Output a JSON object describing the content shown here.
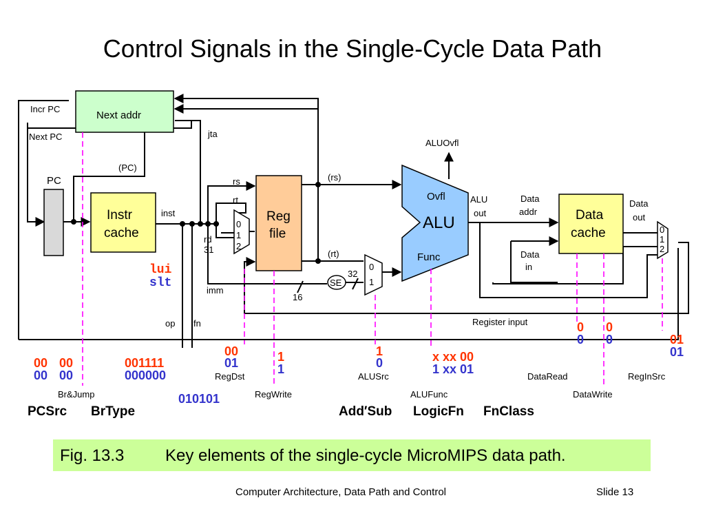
{
  "slide_title": "Control Signals in the Single-Cycle Data Path",
  "caption": {
    "number": "Fig. 13.3",
    "text": "Key elements of the single-cycle MicroMIPS data path."
  },
  "footer": {
    "text": "Computer Architecture, Data Path and Control",
    "slide_number": "Slide 13"
  },
  "blocks": {
    "next_addr": "Next addr",
    "pc": "PC",
    "instr_cache_1": "Instr",
    "instr_cache_2": "cache",
    "reg_file_1": "Reg",
    "reg_file_2": "file",
    "alu": "ALU",
    "alu_ovfl": "Ovfl",
    "alu_func": "Func",
    "data_cache_1": "Data",
    "data_cache_2": "cache",
    "se": "SE"
  },
  "wire_labels": {
    "incr_pc": "Incr PC",
    "next_pc": "Next PC",
    "jta": "jta",
    "pc_paren": "(PC)",
    "inst": "inst",
    "rs": "rs",
    "rt": "rt",
    "rd": "rd",
    "r31": "31",
    "rs_paren": "(rs)",
    "rt_paren": "(rt)",
    "imm": "imm",
    "sixteen": "16",
    "thirtytwo": "32",
    "op": "op",
    "fn": "fn",
    "aluovfl": "ALUOvfl",
    "alu_out_1": "ALU",
    "alu_out_2": "out",
    "data_addr_1": "Data",
    "data_addr_2": "addr",
    "data_in_1": "Data",
    "data_in_2": "in",
    "data_out_1": "Data",
    "data_out_2": "out",
    "register_input": "Register input"
  },
  "mux_inputs": {
    "regdst": [
      "0",
      "1",
      "2"
    ],
    "alusrc": [
      "0",
      "1"
    ],
    "reginsrc": [
      "0",
      "1",
      "2"
    ]
  },
  "instructions": {
    "lui": "lui",
    "slt": "slt"
  },
  "signal_names": {
    "br_jump": "Br&Jump",
    "regdst": "RegDst",
    "regwrite": "RegWrite",
    "alusrc": "ALUSrc",
    "alufunc": "ALUFunc",
    "dataread": "DataRead",
    "datawrite": "DataWrite",
    "reginsrc": "RegInSrc",
    "pcsrc": "PCSrc",
    "brtype": "BrType",
    "addsub": "Add′Sub",
    "logicfn": "LogicFn",
    "fnclass": "FnClass"
  },
  "lui_values": {
    "pcsrc": "00",
    "brtype": "00",
    "op": "001111",
    "regdst": "00",
    "regwrite": "1",
    "alusrc": "1",
    "alufunc": "x xx 00",
    "dataread": "0",
    "datawrite": "0",
    "reginsrc": "01"
  },
  "slt_values": {
    "pcsrc": "00",
    "brtype": "00",
    "op": "000000",
    "fn": "010101",
    "regdst": "01",
    "regwrite": "1",
    "alusrc": "0",
    "alufunc": "1 xx 01",
    "dataread": "0",
    "datawrite": "0",
    "reginsrc": "01"
  },
  "colors": {
    "lui": "#ff3300",
    "slt": "#3333cc",
    "next_addr_fill": "#ccffcc",
    "cache_fill": "#ffff99",
    "reg_file_fill": "#ffcc99",
    "alu_fill": "#99ccff",
    "caption_fill": "#ccff99",
    "signal_line": "#ff00ff"
  }
}
